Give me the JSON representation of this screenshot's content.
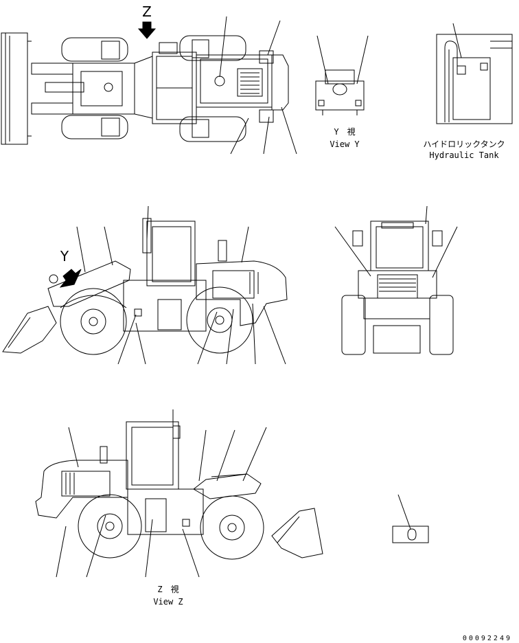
{
  "labels": {
    "arrow_z": "Z",
    "arrow_y": "Y",
    "view_y_jp": "Y　視",
    "view_y_en": "View Y",
    "tank_jp": "ハイドロリックタンク",
    "tank_en": "Hydraulic Tank",
    "view_z_jp": "Z　視",
    "view_z_en": "View Z",
    "doc_number": "00092249"
  },
  "colors": {
    "line": "#000000",
    "background": "#ffffff"
  }
}
